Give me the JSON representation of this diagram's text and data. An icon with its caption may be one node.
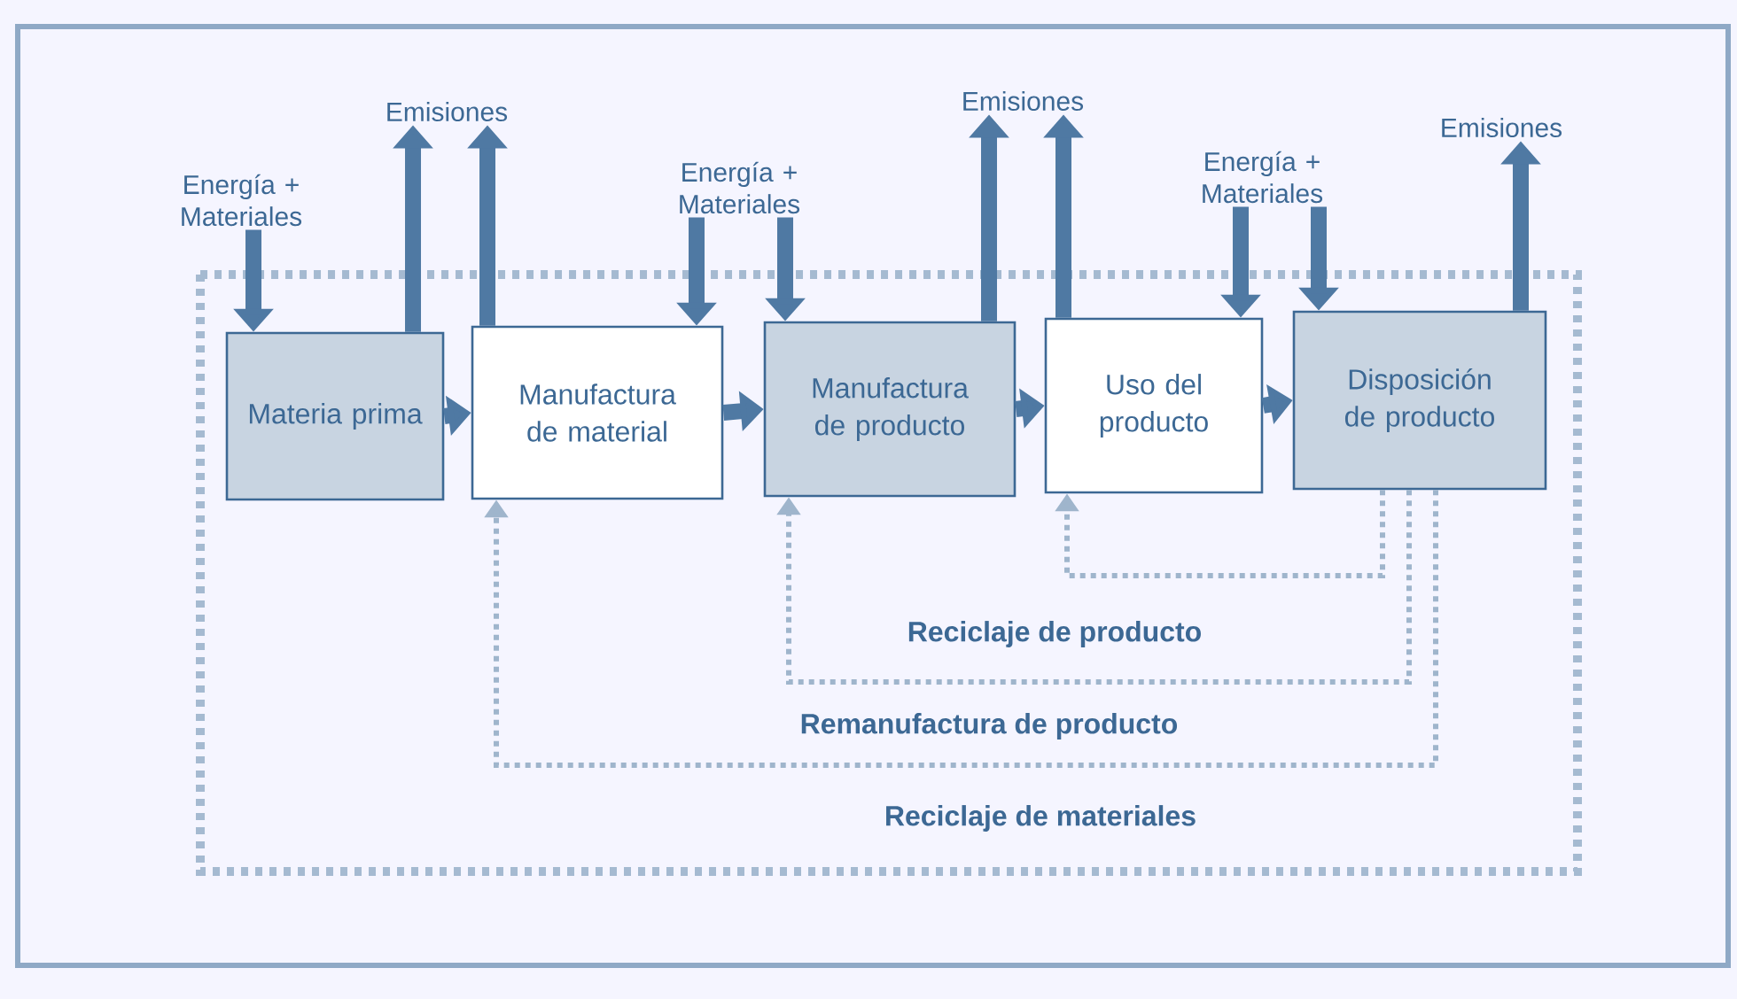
{
  "diagram": {
    "nodes": [
      {
        "text": [
          "Materia prima"
        ]
      },
      {
        "text": [
          "Manufactura de material"
        ]
      },
      {
        "text": [
          "Manufactura de producto"
        ]
      },
      {
        "text": [
          "Uso del producto"
        ]
      },
      {
        "text": [
          "Disposición de producto"
        ]
      },
      {
        "text": [
          "Energía + Materiales"
        ]
      },
      {
        "text": [
          "Emisiones"
        ]
      },
      {
        "text": [
          "Energía + Materiales"
        ]
      },
      {
        "text": [
          "Emisiones"
        ]
      },
      {
        "text": [
          "Energía + Materiales"
        ]
      },
      {
        "text": [
          "Emisiones"
        ]
      }
    ],
    "edges": [
      {
        "from": 0,
        "to": 1,
        "arrow": "to"
      },
      {
        "from": 1,
        "to": 2,
        "arrow": "to"
      },
      {
        "from": 2,
        "to": 3,
        "arrow": "to"
      },
      {
        "from": 3,
        "to": 4,
        "arrow": "to"
      },
      {
        "from": 5,
        "to": 0,
        "arrow": "to"
      },
      {
        "from": 0,
        "to": 6,
        "arrow": "to"
      },
      {
        "from": 1,
        "to": 6,
        "arrow": "to"
      },
      {
        "from": 7,
        "to": 1,
        "arrow": "to"
      },
      {
        "from": 7,
        "to": 2,
        "arrow": "to"
      },
      {
        "from": 2,
        "to": 8,
        "arrow": "to"
      },
      {
        "from": 3,
        "to": 8,
        "arrow": "to"
      },
      {
        "from": 9,
        "to": 3,
        "arrow": "to"
      },
      {
        "from": 9,
        "to": 4,
        "arrow": "to"
      },
      {
        "from": 4,
        "to": 10,
        "arrow": "to"
      },
      {
        "from": 4,
        "to": 3,
        "arrow": "to",
        "style": "dashed",
        "color": "#9fb5cc"
      },
      {
        "from": 4,
        "to": 2,
        "arrow": "to",
        "style": "dashed",
        "color": "#9fb5cc",
        "label": "Reciclaje de producto"
      },
      {
        "from": 4,
        "to": 1,
        "arrow": "to",
        "style": "dashed",
        "color": "#9fb5cc",
        "label": "Remanufactura de producto"
      }
    ],
    "labels": [
      "Reciclaje de materiales"
    ]
  }
}
